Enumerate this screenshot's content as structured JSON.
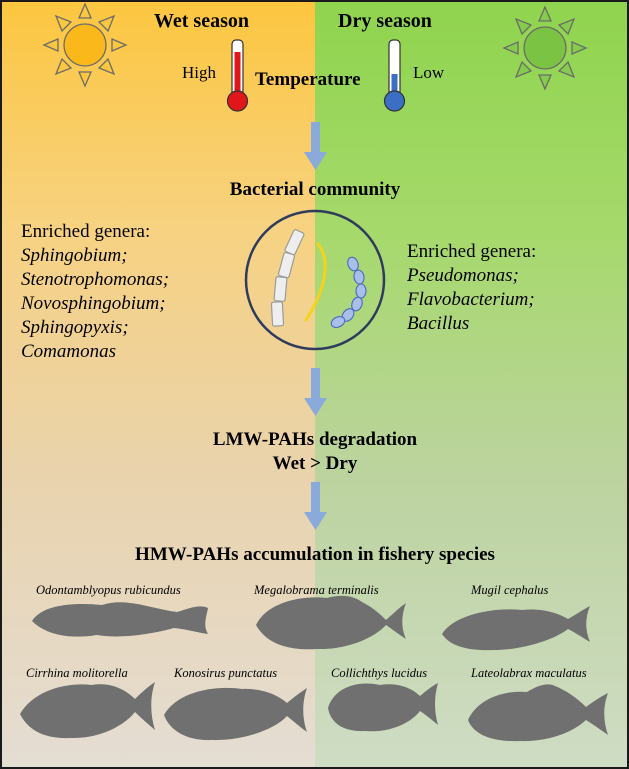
{
  "header": {
    "wet_season": "Wet season",
    "dry_season": "Dry season",
    "high": "High",
    "low": "Low",
    "temperature": "Temperature"
  },
  "bacteria": {
    "title": "Bacterial community",
    "left": {
      "heading": "Enriched genera:",
      "genera": [
        "Sphingobium;",
        "Stenotrophomonas;",
        "Novosphingobium;",
        "Sphingopyxis;",
        "Comamonas"
      ]
    },
    "right": {
      "heading": "Enriched genera:",
      "genera": [
        "Pseudomonas;",
        "Flavobacterium;",
        "Bacillus"
      ]
    }
  },
  "degradation": {
    "title": "LMW-PAHs degradation",
    "subtitle": "Wet > Dry"
  },
  "accumulation": {
    "title": "HMW-PAHs accumulation in fishery species",
    "fish": [
      "Odontamblyopus rubicundus",
      "Megalobrama terminalis",
      "Mugil cephalus",
      "Cirrhina molitorella",
      "Konosirus punctatus",
      "Collichthys lucidus",
      "Lateolabrax maculatus"
    ]
  },
  "colors": {
    "wet_top": "#fcc63f",
    "dry_top": "#8fd44e",
    "sun_wet": "#fbb81b",
    "sun_dry": "#7bc343",
    "thermo_hot": "#e0161b",
    "thermo_cold": "#3a6fc4",
    "arrow": "#8aaadb",
    "fish": "#707070"
  }
}
